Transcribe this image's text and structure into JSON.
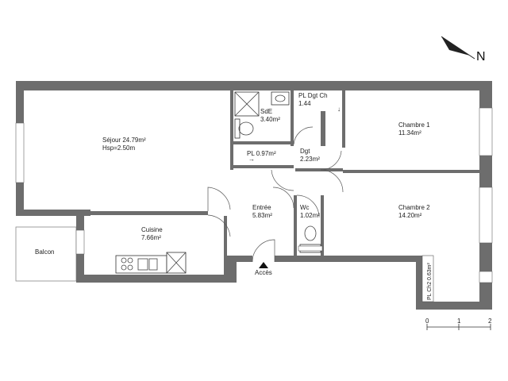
{
  "north": {
    "label": "N"
  },
  "rooms": {
    "sejour": {
      "name": "Séjour 24.79m²",
      "sub": "Hsp=2.50m"
    },
    "sde": {
      "name": "SdE",
      "area": "3.40m²"
    },
    "pl_dgt_ch": {
      "name": "PL Dgt Ch",
      "area": "1.44"
    },
    "chambre1": {
      "name": "Chambre 1",
      "area": "11.34m²"
    },
    "pl": {
      "name": "PL 0.97m²"
    },
    "dgt": {
      "name": "Dgt",
      "area": "2.23m²"
    },
    "entree": {
      "name": "Entrée",
      "area": "5.83m²"
    },
    "wc": {
      "name": "Wc",
      "area": "1.02m²"
    },
    "chambre2": {
      "name": "Chambre 2",
      "area": "14.20m²"
    },
    "cuisine": {
      "name": "Cuisine",
      "area": "7.66m²"
    },
    "balcon": {
      "name": "Balcon"
    },
    "pl_ch2": {
      "name": "PL Ch2 0.63m²"
    }
  },
  "access": {
    "label": "Accès"
  },
  "scale": {
    "ticks": [
      "0",
      "1",
      "2"
    ]
  }
}
